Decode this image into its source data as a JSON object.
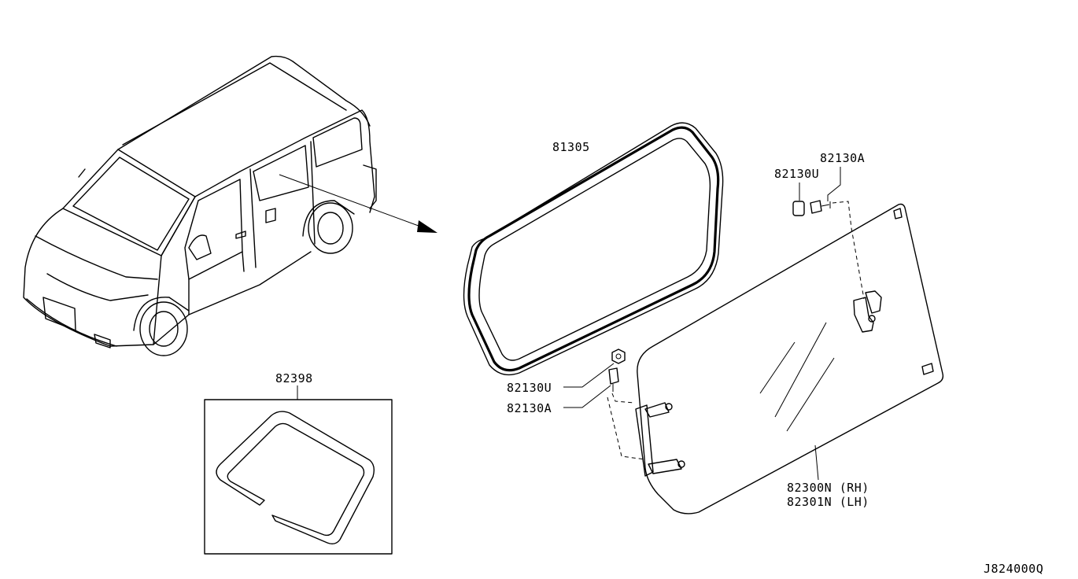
{
  "labels": {
    "weatherstrip": "81305",
    "finisher_kit": "82398",
    "fastener_u_top": "82130U",
    "fastener_a_top": "82130A",
    "fastener_u_bottom": "82130U",
    "fastener_a_bottom": "82130A",
    "glass_rh": "82300N (RH)",
    "glass_lh": "82301N (LH)",
    "diagram_code": "J824000Q"
  }
}
